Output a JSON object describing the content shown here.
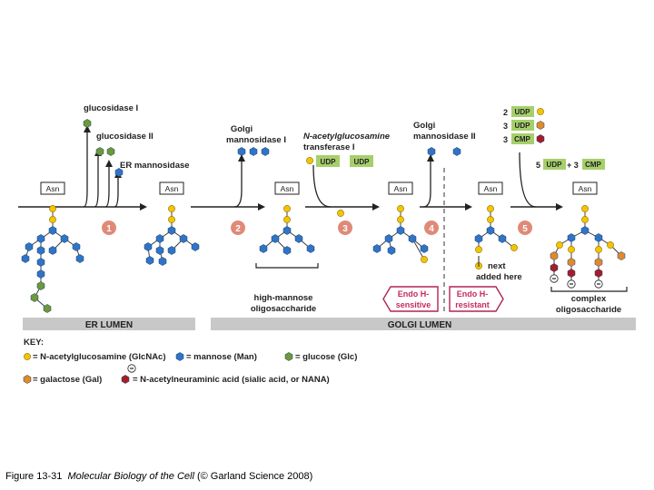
{
  "colors": {
    "glcnac": "#f5c400",
    "mannose": "#2f74c6",
    "glucose": "#6a9a3a",
    "galactose": "#e08a2c",
    "nana": "#a41e2a",
    "udp_box": "#a6cf6b",
    "step_circle": "#df8a78",
    "lumen_bar": "#c8c8c8",
    "endo_border": "#b0245a",
    "endo_text": "#c42a5c"
  },
  "icons": {
    "glcnac": "yellow-circle",
    "mannose": "blue-hexagon",
    "glucose": "green-hexagon",
    "galactose": "orange-hexagon",
    "nana": "red-hexagon",
    "negative_charge": "minus-circle"
  },
  "enzymes": {
    "glucosidase1": "glucosidase I",
    "glucosidase2": "glucosidase II",
    "er_mannosidase": "ER mannosidase",
    "golgi_mannosidase1_l1": "Golgi",
    "golgi_mannosidase1_l2": "mannosidase I",
    "glcnac_transferase_l1": "N-acetylglucosamine",
    "glcnac_transferase_l2": "transferase I",
    "golgi_mannosidase2_l1": "Golgi",
    "golgi_mannosidase2_l2": "mannosidase II"
  },
  "asn_label": "Asn",
  "nucleotide": {
    "udp": "UDP",
    "cmp": "CMP"
  },
  "donors": {
    "n2": "2",
    "n3a": "3",
    "n3b": "3",
    "n5": "5",
    "plus3": "+ 3"
  },
  "steps": [
    "1",
    "2",
    "3",
    "4",
    "5"
  ],
  "annotations": {
    "high_mannose_l1": "high-mannose",
    "high_mannose_l2": "oligosaccharide",
    "complex_l1": "complex",
    "complex_l2": "oligosaccharide",
    "next_l1": "next",
    "next_l2": "added here",
    "endo_sensitive_l1": "Endo H-",
    "endo_sensitive_l2": "sensitive",
    "endo_resistant_l1": "Endo H-",
    "endo_resistant_l2": "resistant"
  },
  "lumen": {
    "er": "ER LUMEN",
    "golgi": "GOLGI LUMEN"
  },
  "key": {
    "title": "KEY:",
    "glcnac": "= N-acetylglucosamine (GlcNAc)",
    "mannose": "= mannose (Man)",
    "glucose": "= glucose (Glc)",
    "galactose": "= galactose (Gal)",
    "nana": "= N-acetylneuraminic acid (sialic acid, or NANA)"
  },
  "caption": {
    "prefix": "Figure 13-31",
    "book": "Molecular Biology of the Cell",
    "suffix": " (© Garland Science 2008)"
  }
}
